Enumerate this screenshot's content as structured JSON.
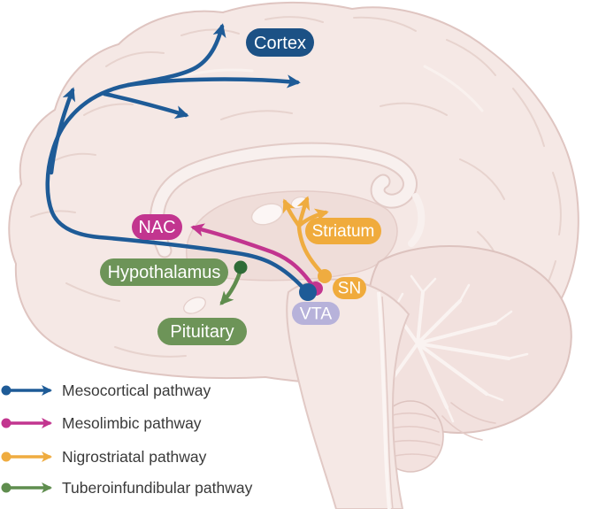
{
  "diagram": {
    "type": "brain-dopamine-pathways",
    "regions": {
      "cortex": {
        "label": "Cortex",
        "fill": "#1c5185"
      },
      "nac": {
        "label": "NAC",
        "fill": "#c2358f"
      },
      "striatum": {
        "label": "Striatum",
        "fill": "#f0ab3c"
      },
      "hypothalamus": {
        "label": "Hypothalamus",
        "fill": "#6d9458"
      },
      "sn": {
        "label": "SN",
        "fill": "#f0ab3c"
      },
      "pituitary": {
        "label": "Pituitary",
        "fill": "#6d9458"
      },
      "vta": {
        "label": "VTA",
        "fill": "#b7b2da"
      }
    },
    "pathways": {
      "mesocortical": {
        "color": "#1e5b97"
      },
      "mesolimbic": {
        "color": "#c2358f"
      },
      "nigrostriatal": {
        "color": "#efac40"
      },
      "tuberoinfundibular": {
        "color": "#5f8d4e",
        "origin_dot_color": "#2f6b37"
      }
    },
    "brain_colors": {
      "fill": "#f5e8e5",
      "outline": "#dfc5c1",
      "gyri": "#e7d3ce",
      "inner": "#efddd9",
      "white_matter": "#f8f0ee",
      "cerebellum_fill": "#f2e1de"
    }
  },
  "legend": {
    "items": [
      {
        "label": "Mesocortical pathway",
        "color": "#1e5b97"
      },
      {
        "label": "Mesolimbic pathway",
        "color": "#c2358f"
      },
      {
        "label": "Nigrostriatal pathway",
        "color": "#efac40"
      },
      {
        "label": "Tuberoinfundibular pathway",
        "color": "#5f8d4e"
      }
    ]
  }
}
